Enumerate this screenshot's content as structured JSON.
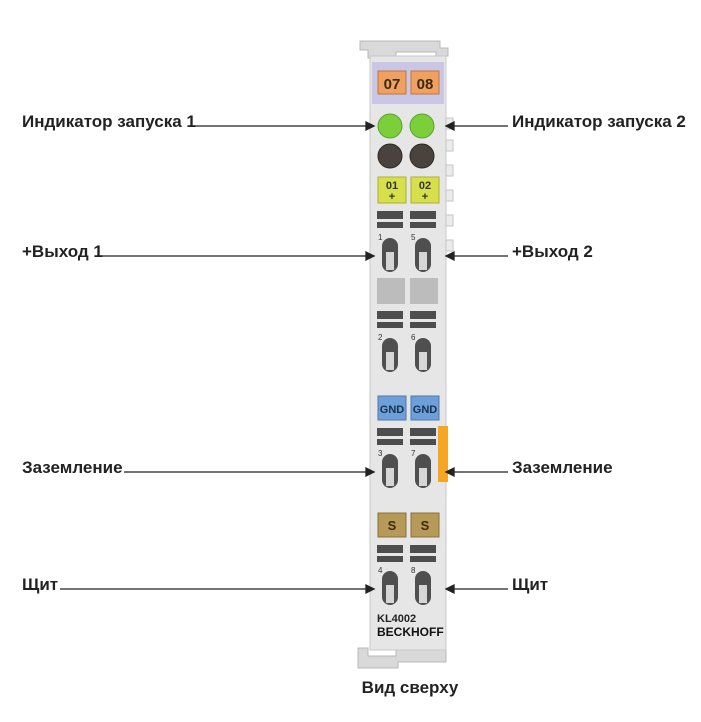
{
  "callouts": {
    "run_led_1": "Индикатор запуска 1",
    "run_led_2": "Индикатор запуска 2",
    "output_1": "+Выход 1",
    "output_2": "+Выход 2",
    "ground_left": "Заземление",
    "ground_right": "Заземление",
    "shield_left": "Щит",
    "shield_right": "Щит"
  },
  "module": {
    "channel_labels": [
      "07",
      "08"
    ],
    "output_labels": [
      {
        "top": "01",
        "bottom": "+"
      },
      {
        "top": "02",
        "bottom": "+"
      }
    ],
    "gnd_labels": [
      "GND",
      "GND"
    ],
    "shield_labels": [
      "S",
      "S"
    ],
    "terminal_numbers": [
      "1",
      "5",
      "2",
      "6",
      "3",
      "7",
      "4",
      "8"
    ],
    "model": "KL4002",
    "brand": "BECKHOFF"
  },
  "caption": "Вид сверху",
  "colors": {
    "housing": "#e6e6e6",
    "channel_orange": "#f0a060",
    "led_green": "#7ccf3a",
    "led_dark": "#4a423c",
    "output_yellow": "#d7e04a",
    "gnd_blue": "#6f9fd8",
    "shield_olive": "#b89a58",
    "contact_orange": "#f5a623"
  }
}
